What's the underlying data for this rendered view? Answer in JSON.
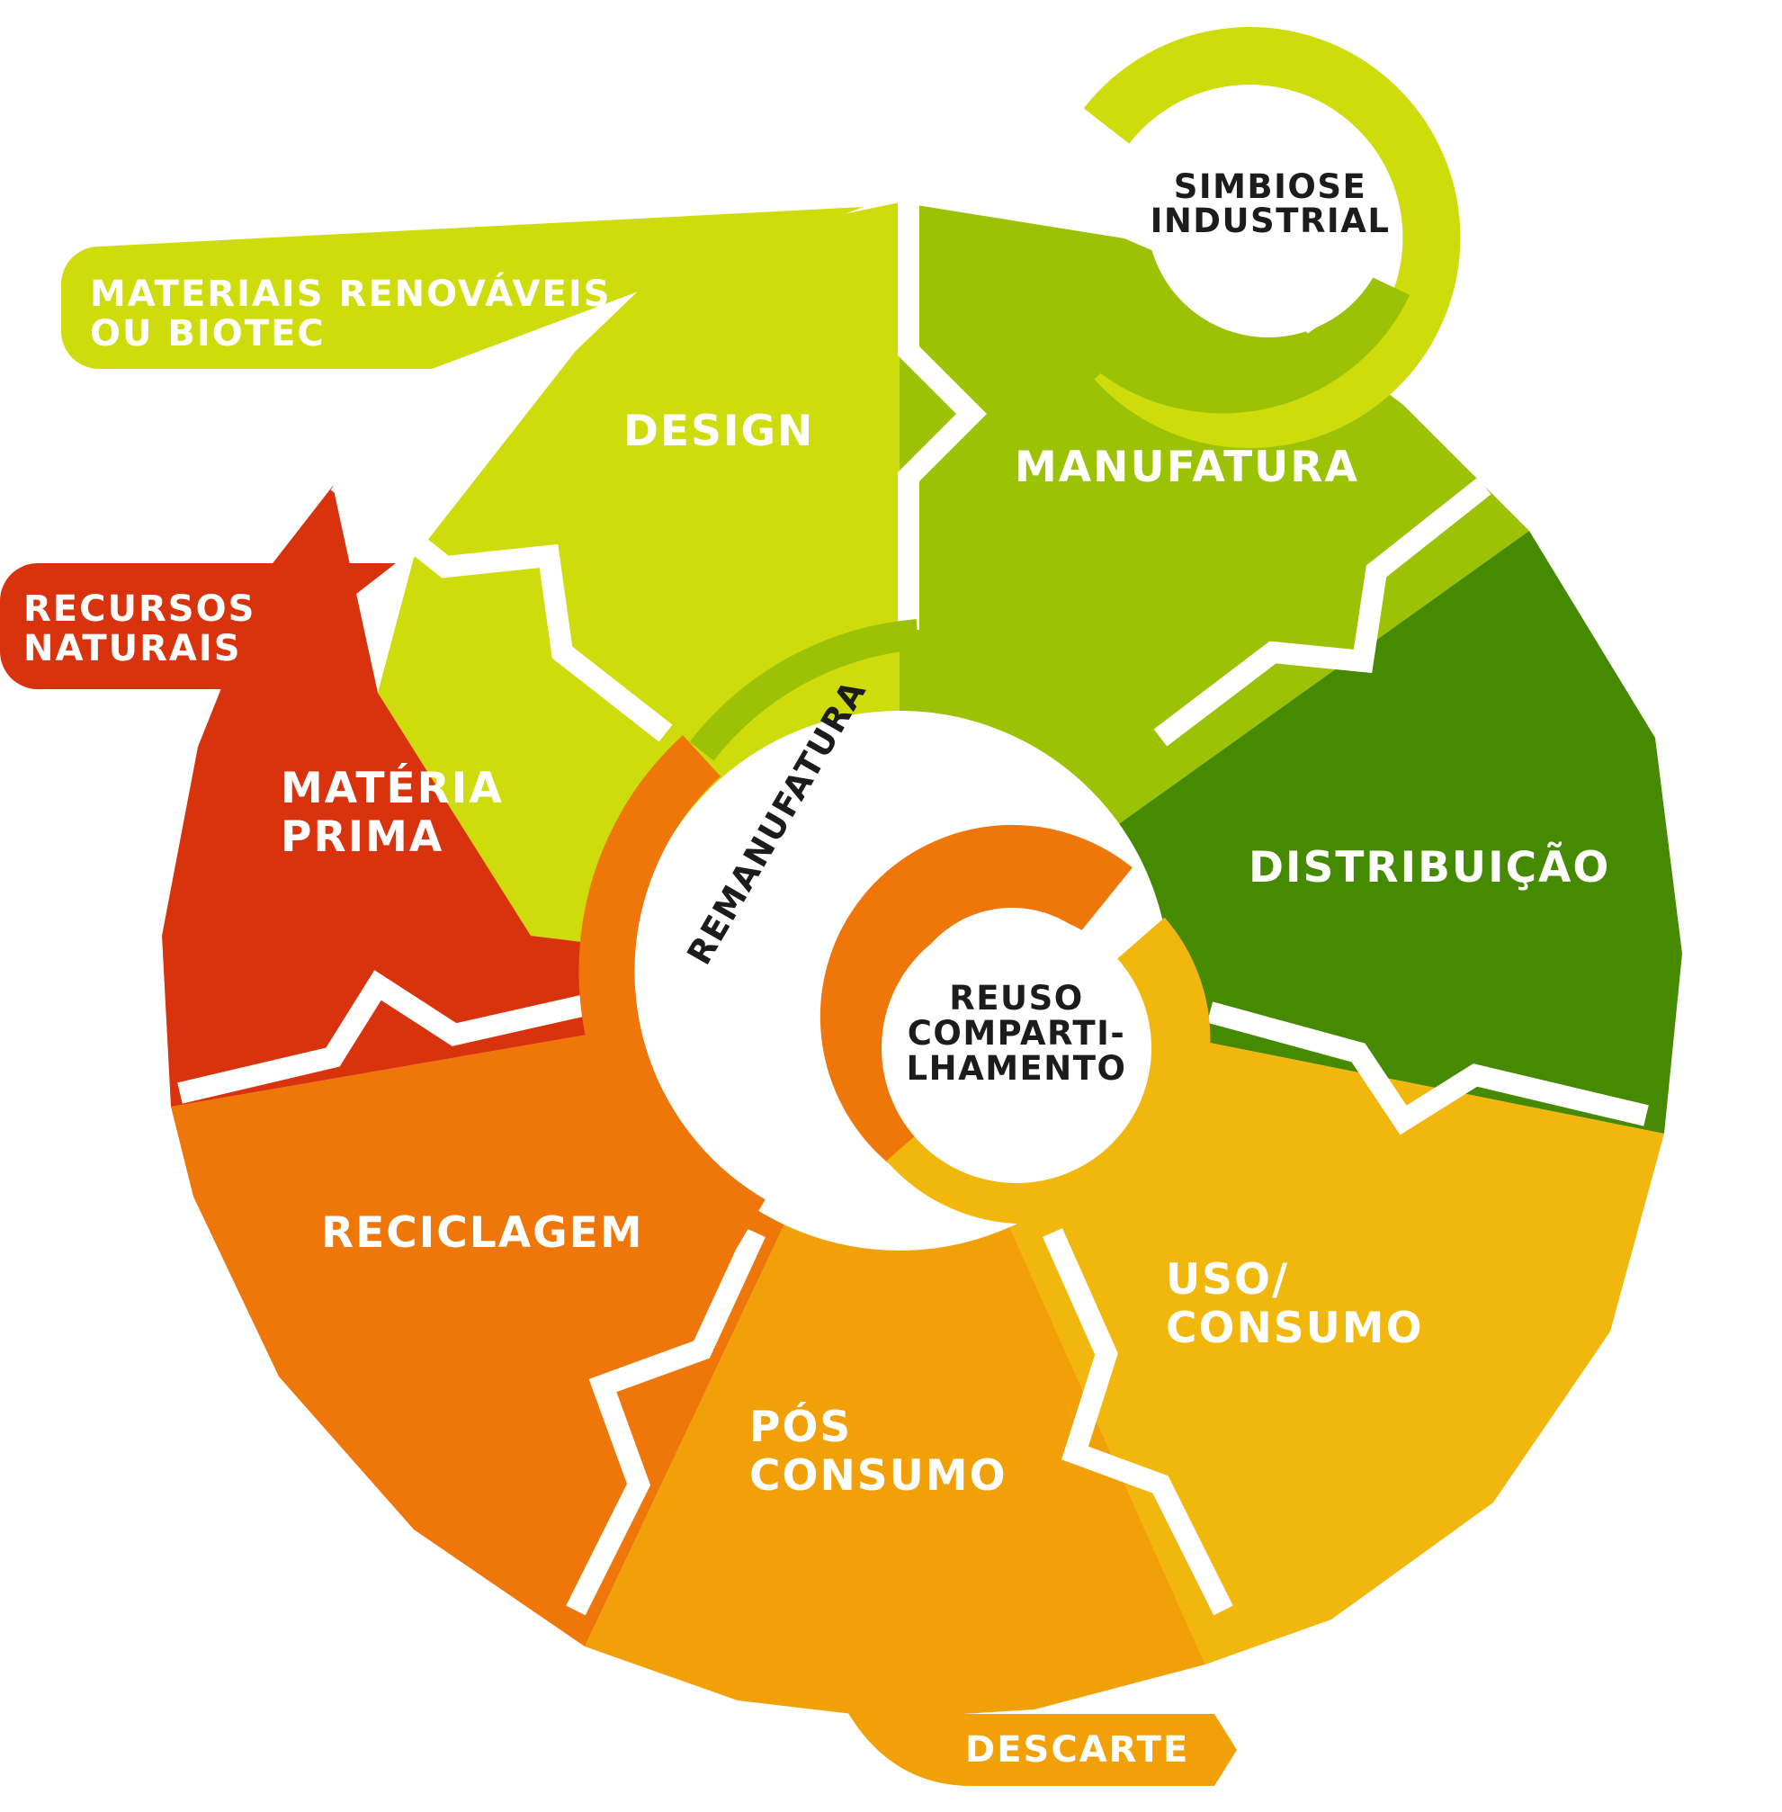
{
  "stages": {
    "design": "DESIGN",
    "manufatura": "MANUFATURA",
    "distribuicao": "DISTRIBUIÇÃO",
    "uso_line1": "USO/",
    "uso_line2": "CONSUMO",
    "pos_line1": "PÓS",
    "pos_line2": "CONSUMO",
    "reciclagem": "RECICLAGEM",
    "materia_line1": "MATÉRIA",
    "materia_line2": "PRIMA"
  },
  "inputs": {
    "materiais_line1": "MATERIAIS RENOVÁVEIS",
    "materiais_line2": "OU BIOTEC",
    "recursos_line1": "RECURSOS",
    "recursos_line2": "NATURAIS"
  },
  "loops": {
    "simbiose_line1": "SIMBIOSE",
    "simbiose_line2": "INDUSTRIAL",
    "remanufatura": "REMANUFATURA",
    "reuso_line1": "REUSO",
    "reuso_line2": "COMPARTI-",
    "reuso_line3": "LHAMENTO",
    "descarte": "DESCARTE"
  },
  "colors": {
    "design": "#cddc0a",
    "manufatura": "#9bc205",
    "distribuicao": "#458a00",
    "uso": "#f2b70c",
    "pos_consumo": "#f1a008",
    "reciclagem": "#ef7609",
    "materia_prima": "#d9330e",
    "text_dark": "#1c1c1c"
  }
}
